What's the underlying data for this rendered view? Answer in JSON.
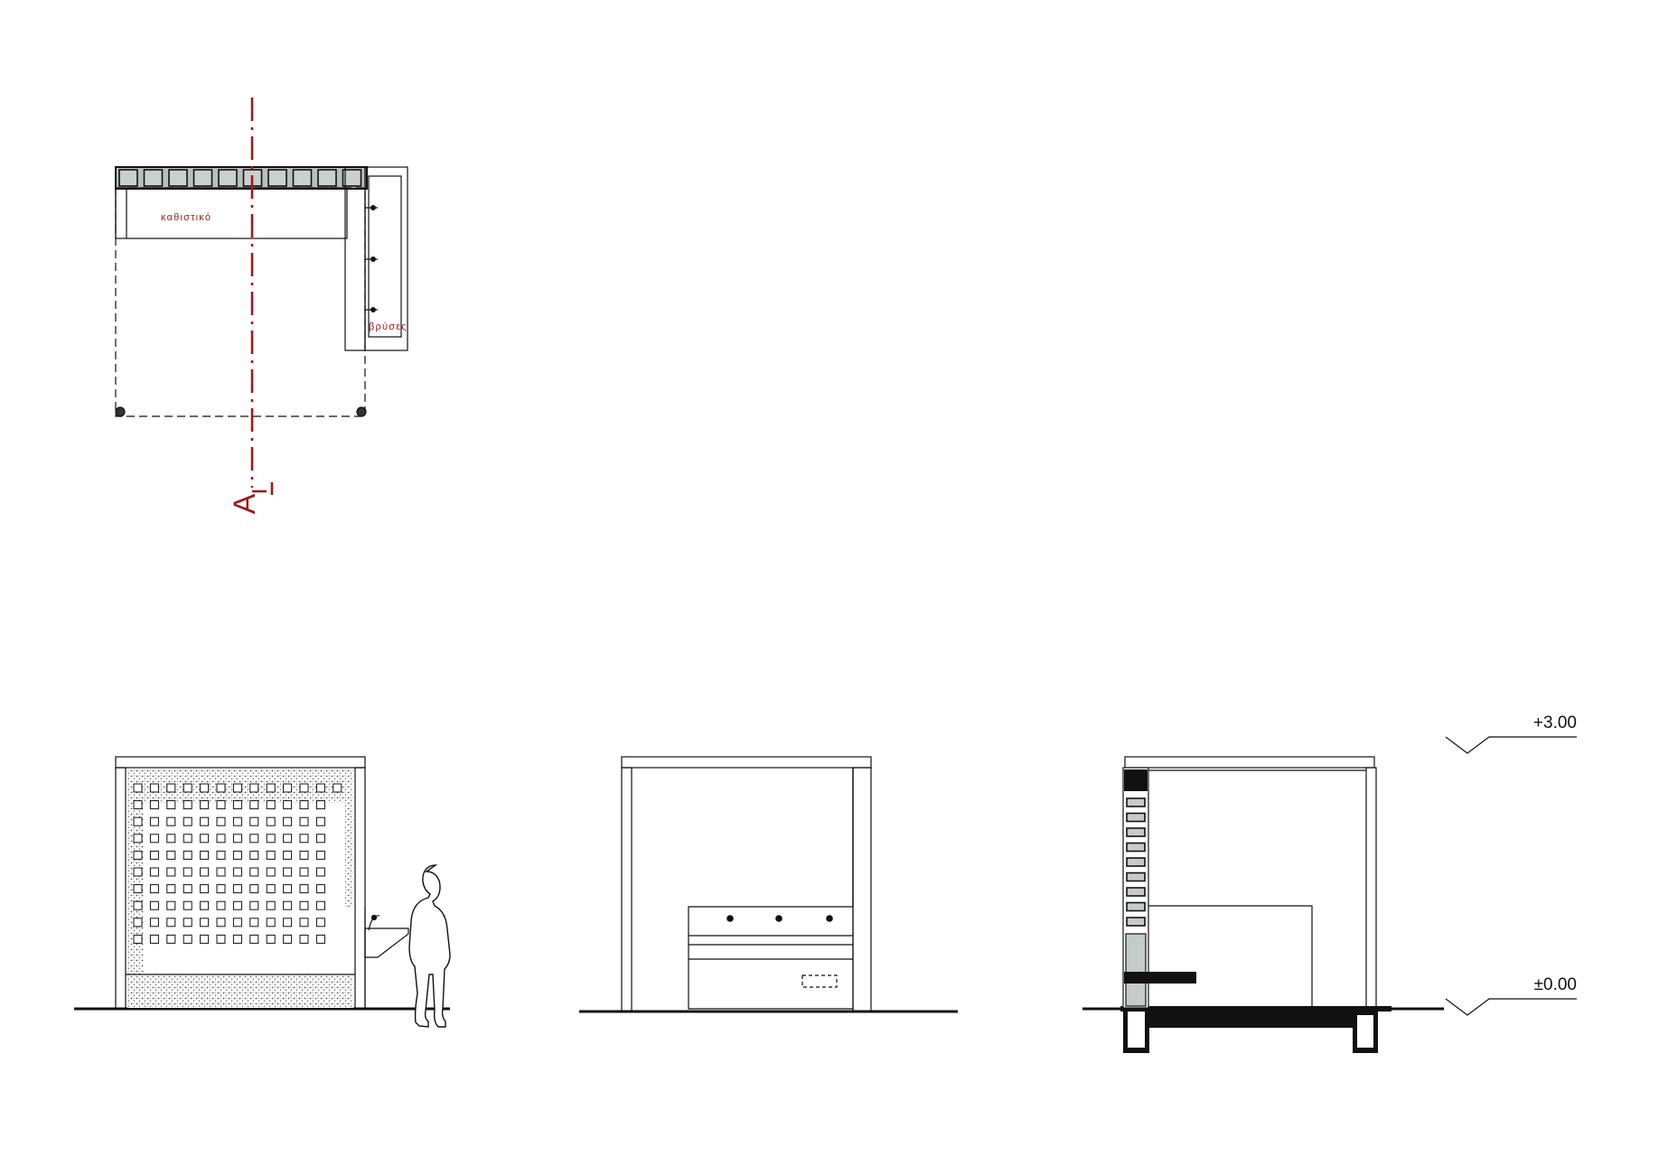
{
  "plan": {
    "label_seat": "καθιστικό",
    "label_basins": "βρύσες",
    "section_marker": "A"
  },
  "section": {
    "level_top": "+3.00",
    "level_ground": "±0.00"
  },
  "colors": {
    "line": "#111111",
    "section_line": "#9b1c1c",
    "block_fill": "#b8c0bc",
    "wall_fill": "#c4cbc8",
    "solid": "#111111"
  }
}
